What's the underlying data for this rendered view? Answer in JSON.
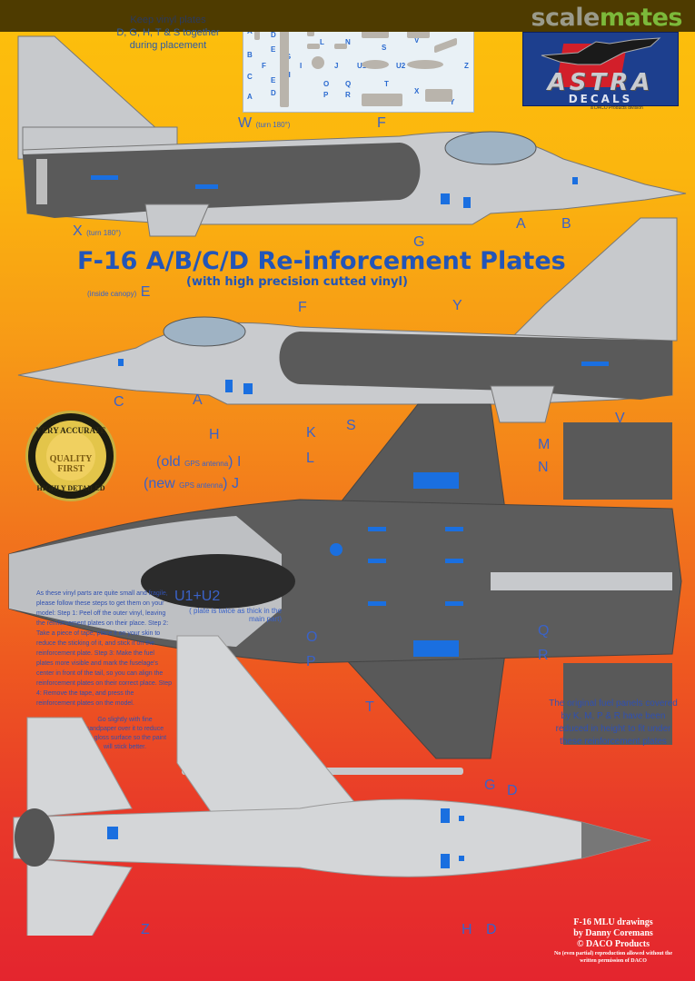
{
  "watermark": {
    "part1": "scale",
    "part2": "mates"
  },
  "keep_note": {
    "line1": "Keep vinyl plates",
    "line2": "D, G, H, T & S together",
    "line3": "during placement"
  },
  "decal_sheet": {
    "labels": [
      "A",
      "B",
      "C",
      "A",
      "D",
      "E",
      "F",
      "E",
      "D",
      "G",
      "H",
      "K",
      "L",
      "I",
      "O",
      "P",
      "M",
      "N",
      "J",
      "Q",
      "R",
      "S",
      "U1",
      "U2",
      "T",
      "V",
      "W",
      "X",
      "Y",
      "Z"
    ]
  },
  "logo": {
    "name": "ASTRA",
    "sub": "DECALS",
    "tagline": "a DACO Products division"
  },
  "title": "F-16 A/B/C/D   Re-inforcement Plates",
  "subtitle": "(with high precision cutted vinyl)",
  "side_view_1": {
    "labels": {
      "W": "W",
      "W_note": "(turn 180°)",
      "F": "F",
      "X": "X",
      "X_note": "(turn 180°)",
      "G": "G",
      "A": "A",
      "B": "B"
    }
  },
  "side_view_2": {
    "labels": {
      "E_note": "(inside canopy)",
      "E": "E",
      "F": "F",
      "Y": "Y",
      "C": "C",
      "A": "A",
      "H": "H",
      "V": "V"
    }
  },
  "top_view": {
    "labels": {
      "K": "K",
      "L": "L",
      "S": "S",
      "M": "M",
      "N": "N",
      "I_note_a": "(old ",
      "I_note_small": "GPS antenna",
      "I_note_b": ") I",
      "J_note_a": "(new ",
      "J_note_small": "GPS antenna",
      "J_note_b": ") J",
      "U": "U1+U2",
      "U_note": "( plate is twice as thick in the main part)",
      "O": "O",
      "P": "P",
      "T": "T",
      "Q": "Q",
      "R": "R"
    }
  },
  "bottom_view": {
    "labels": {
      "G": "G",
      "D1": "D",
      "H": "H",
      "D2": "D",
      "Z": "Z"
    }
  },
  "badge": {
    "top": "VERY ACCURATE",
    "center1": "QUALITY",
    "center2": "FIRST",
    "bottom": "HIGHLY DETAILED"
  },
  "instructions": {
    "text": "As these vinyl parts are quite small and fragile, please follow these steps to get them on your model: Step 1: Peel off the outer vinyl, leaving the reinforcement plates on their place. Step 2: Take a piece of tape, place it on your skin to reduce the sticking of it, and stick it on the reinforcement plate. Step 3: Make the fuel plates more visible and mark the fuselage's center in front of the tail, so you can align the reinforcement plates on their correct place. Step 4: Remove the tape, and press the reinforcement plates on the model.",
    "sanding": "Go slightly with fine sandpaper over it to reduce the gloss surface so the paint will stick better."
  },
  "fuel_note": "The original fuel panels covered by K, M, P & R have been reduced in height to fit under these reinforcement plates",
  "credits": {
    "line1": "F-16 MLU drawings",
    "line2": "by Danny Coremans",
    "line3": "© DACO Products",
    "line4": "No (even partial) reproduction allowed without the written permission of DACO"
  },
  "colors": {
    "title_blue": "#2255b8",
    "label_blue": "#3a62c8",
    "plate_blue": "#1a6fe0",
    "dark_grey": "#555555",
    "light_grey": "#c8cacc"
  }
}
